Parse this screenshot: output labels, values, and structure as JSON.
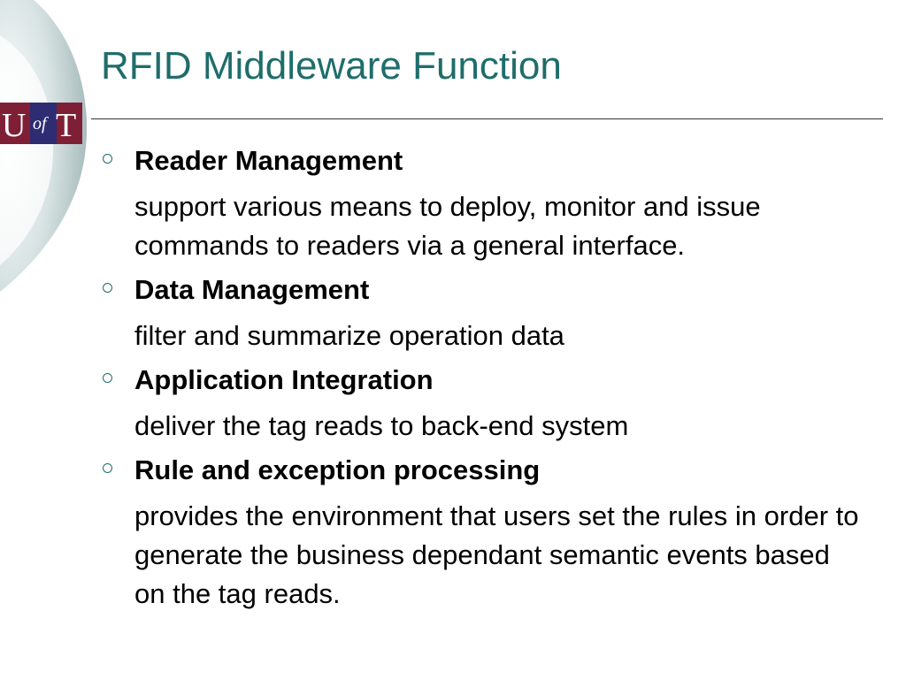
{
  "slide": {
    "title": "RFID Middleware Function",
    "logo_text": "UofT",
    "colors": {
      "title": "#1f6d6b",
      "bullet": "#1f6d6b",
      "logo_left": "#7e1f36",
      "logo_middle": "#2e2c72",
      "swoosh": "#a9bcbe"
    },
    "items": [
      {
        "heading": "Reader Management",
        "body": "support various means to deploy, monitor and issue commands to readers via a general interface."
      },
      {
        "heading": "Data Management",
        "body": "filter and summarize operation data"
      },
      {
        "heading": "Application Integration",
        "body": "deliver the tag reads to back-end system"
      },
      {
        "heading": "Rule and exception processing",
        "body": "provides the environment that users set the rules in order to generate the business dependant semantic events based on the tag reads."
      }
    ]
  }
}
